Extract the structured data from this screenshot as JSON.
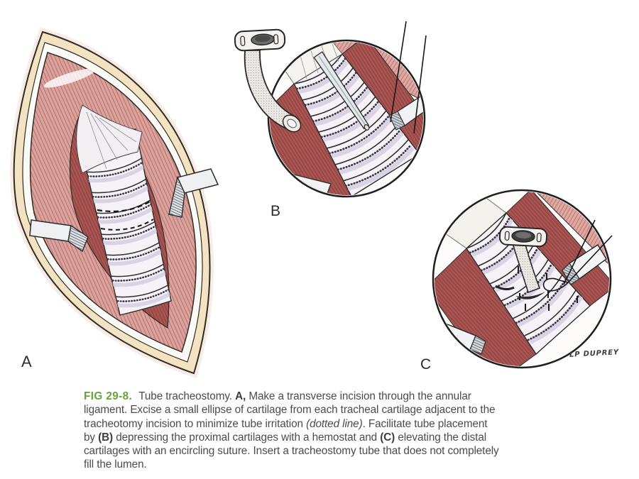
{
  "figure": {
    "panel_labels": {
      "a": "A",
      "b": "B",
      "c": "C"
    },
    "signature": "LP DUPREY",
    "caption": {
      "line1": {
        "fig": "FIG 29-8.",
        "t1": "Tube tracheostomy. ",
        "bold1": "A,",
        "t2": " Make a transverse incision through the annular"
      },
      "line2": {
        "t1": "ligament. Excise a small ellipse of cartilage from each tracheal cartilage adjacent to the"
      },
      "line3": {
        "t1": "tracheotomy incision to minimize tube irritation ",
        "italic1": "(dotted line)",
        "t2": ". Facilitate tube placement"
      },
      "line4": {
        "t1": "by ",
        "bold1": "(B)",
        "t2": " depressing the proximal cartilages with a hemostat and ",
        "bold2": "(C)",
        "t3": " elevating the distal"
      },
      "line5": {
        "t1": "cartilages with an encircling suture. Insert a tracheostomy tube that does not completely"
      },
      "line6": {
        "t1": "fill the lumen."
      }
    }
  },
  "colors": {
    "accent_green": "#68a23a",
    "caption_text": "#4b4b4b",
    "skin": "#f3e3c2",
    "muscle_pink": "#dca29e",
    "muscle_deep_red": "#a85452",
    "trachea_white": "#f6f2f7",
    "metal_silver": "#eef0f2",
    "outline": "#262626"
  }
}
